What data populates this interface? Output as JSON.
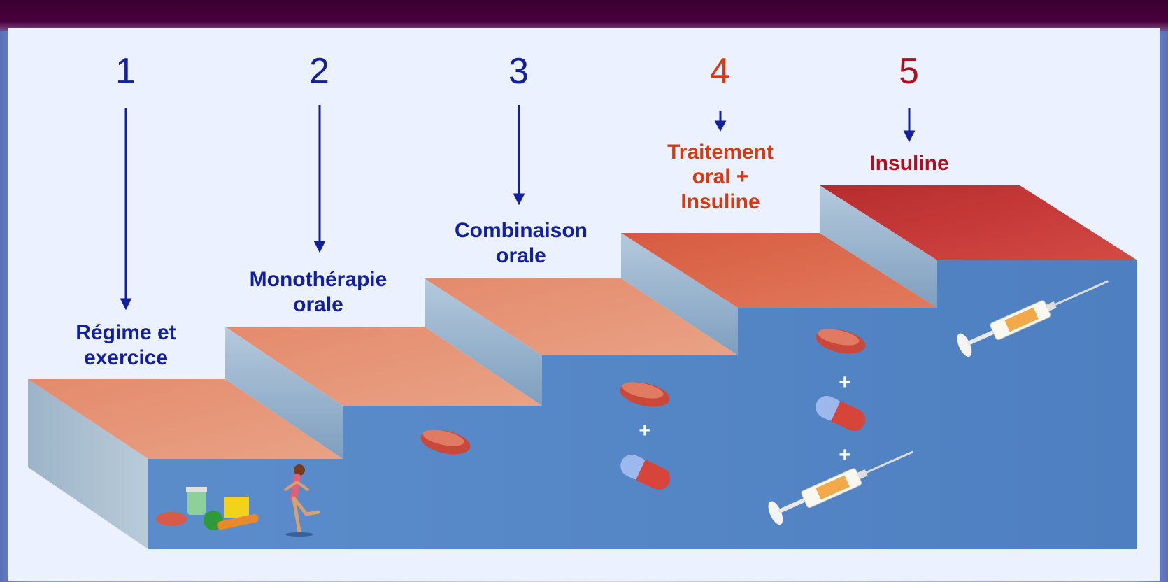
{
  "steps": [
    {
      "number": "1",
      "label": "Régime et\nexercice"
    },
    {
      "number": "2",
      "label": "Monothérapie\norale"
    },
    {
      "number": "3",
      "label": "Combinaison\norale"
    },
    {
      "number": "4",
      "label": "Traitement\noral +\nInsuline"
    },
    {
      "number": "5",
      "label": "Insuline"
    }
  ],
  "plus_sign": "+",
  "colors": {
    "blue_text": "#12209a",
    "orange_text": "#d83a10",
    "red_text": "#b0101e",
    "step_top": "#e8806a",
    "step_wall": "#5a8ccc"
  }
}
